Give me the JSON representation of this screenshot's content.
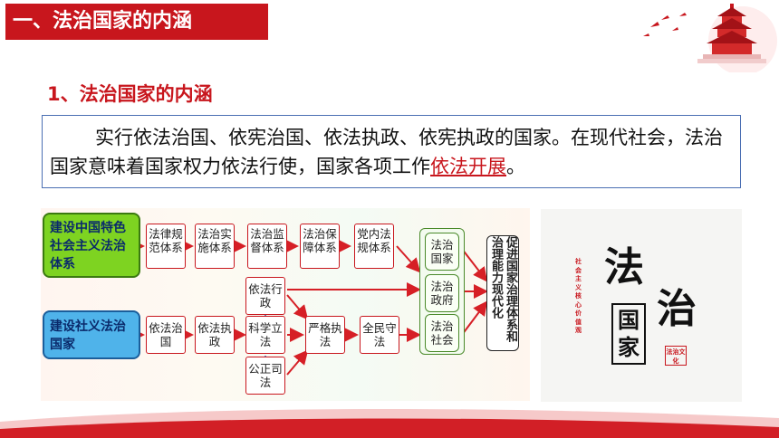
{
  "title": "一、法治国家的内涵",
  "subtitle": "1、法治国家的内涵",
  "definition": {
    "before_link": "实行依法治国、依宪治国、依法执政、依宪执政的国家。在现代社会，法治国家意味着国家权力依法行使，国家各项工作",
    "link": "依法开展",
    "after_link": "。"
  },
  "diagram": {
    "label_top": "建设中国特色社会主义法治体系",
    "label_bottom": "建设社义法治国家",
    "top_row": [
      "法律规范体系",
      "法治实施体系",
      "法治监督体系",
      "法治保障体系",
      "党内法规体系"
    ],
    "bottom_row": {
      "yifa_zhiguo": "依法治国",
      "yifa_zhizheng": "依法执政",
      "yifa_xingzheng": "依法行政",
      "kexue_lifa": "科学立法",
      "gongzheng_sifa": "公正司法",
      "yange_zhifa": "严格执法",
      "quanmin_shoufa": "全民守法"
    },
    "group": [
      "法治国家",
      "法治政府",
      "法治社会"
    ],
    "goal": "促进国家治理体系和治理能力现代化",
    "colors": {
      "red": "#c8161d",
      "green_label": "#7ed321",
      "blue_label": "#4fb3ea"
    }
  },
  "image_card": {
    "big_char_1": "法",
    "big_char_2": "治",
    "boxed": "国家",
    "side_text": "社会主义核心价值观",
    "stamp": "法治文化"
  }
}
